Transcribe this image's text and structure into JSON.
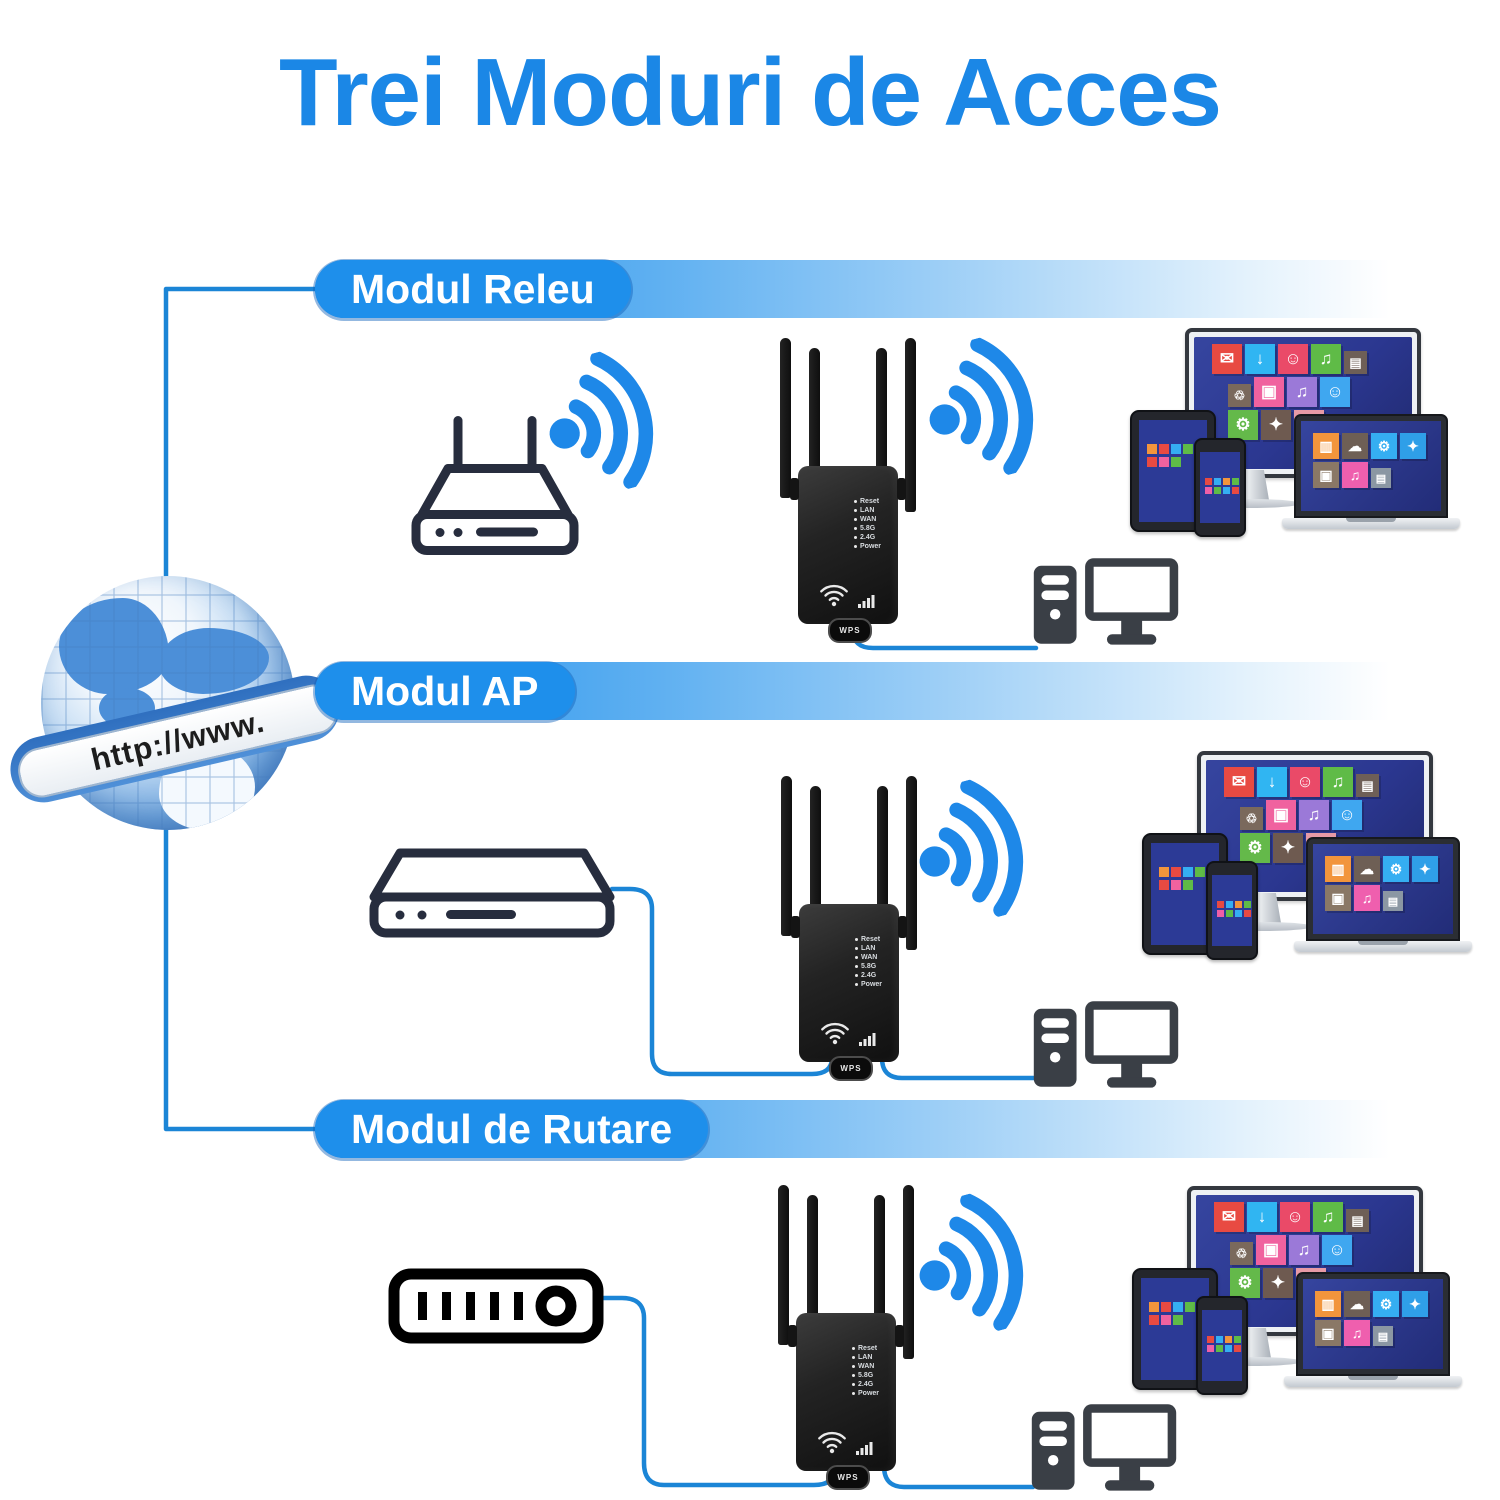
{
  "title": "Trei Moduri de Acces",
  "globe": {
    "label": "http://www."
  },
  "sections": [
    {
      "id": "releu",
      "label": "Modul Releu",
      "source_device": "wireless-router"
    },
    {
      "id": "ap",
      "label": "Modul AP",
      "source_device": "modem"
    },
    {
      "id": "rutare",
      "label": "Modul de Rutare",
      "source_device": "router-box"
    }
  ],
  "repeater": {
    "leds": [
      "Reset",
      "LAN",
      "WAN",
      "5.8G",
      "2.4G",
      "Power"
    ],
    "wps_label": "WPS"
  },
  "colors": {
    "title_blue": "#1b87e6",
    "banner_blue": "#1e8feb",
    "cable_blue": "#1b85d6",
    "wifi_blue": "#1e88e8",
    "outline_dark": "#272d3e",
    "pc_dark": "#3a3f46",
    "screen_blue": "#2c3a96"
  },
  "icons": [
    "internet-globe-icon",
    "wifi-signal-icon",
    "wireless-router-icon",
    "modem-icon",
    "router-box-icon",
    "desktop-pc-icon",
    "wifi-repeater-device",
    "connected-devices"
  ],
  "cluster": {
    "monitor_tiles": [
      [
        {
          "c": "#e84a42",
          "i": "mail"
        },
        {
          "c": "#30b5f2",
          "i": "download"
        },
        {
          "c": "#ea4a68",
          "i": "user"
        },
        {
          "c": "#5fbb47",
          "i": "speaker"
        },
        {
          "c": "#6e5f57",
          "i": "file",
          "sm": true
        }
      ],
      [
        {
          "c": "#7a695c",
          "i": "trash",
          "sm": true
        },
        {
          "c": "#f0629f",
          "i": "folder"
        },
        {
          "c": "#9b79d8",
          "i": "speaker"
        },
        {
          "c": "#3fa7f0",
          "i": "person"
        }
      ],
      [
        {
          "c": "#64b94a",
          "i": "gear"
        },
        {
          "c": "#6e5a50",
          "i": "hands"
        },
        {
          "c": "#e79aa6",
          "i": "sync"
        }
      ]
    ],
    "laptop_tiles": [
      [
        {
          "c": "#f2953c",
          "i": "chart"
        },
        {
          "c": "#6e5f55",
          "i": "cloud"
        },
        {
          "c": "#35aef2",
          "i": "gear"
        },
        {
          "c": "#2f9fe8",
          "i": "hands"
        }
      ],
      [
        {
          "c": "#8a7866",
          "i": "folder"
        },
        {
          "c": "#ef5fae",
          "i": "speaker"
        },
        {
          "c": "#8b97a3",
          "i": "file",
          "sm": true
        }
      ]
    ],
    "tablet_tiles": [
      [
        "#f2953c",
        "#e84a42",
        "#35aef2",
        "#5fbb47"
      ],
      [
        "#e84a42",
        "#f0629f",
        "#5fbb47"
      ]
    ],
    "phone_tiles": [
      [
        "#e84a42",
        "#35aef2",
        "#f2953c",
        "#5fbb47"
      ],
      [
        "#ef5fa7",
        "#5fbb47",
        "#35aef2",
        "#e84a42"
      ]
    ]
  }
}
